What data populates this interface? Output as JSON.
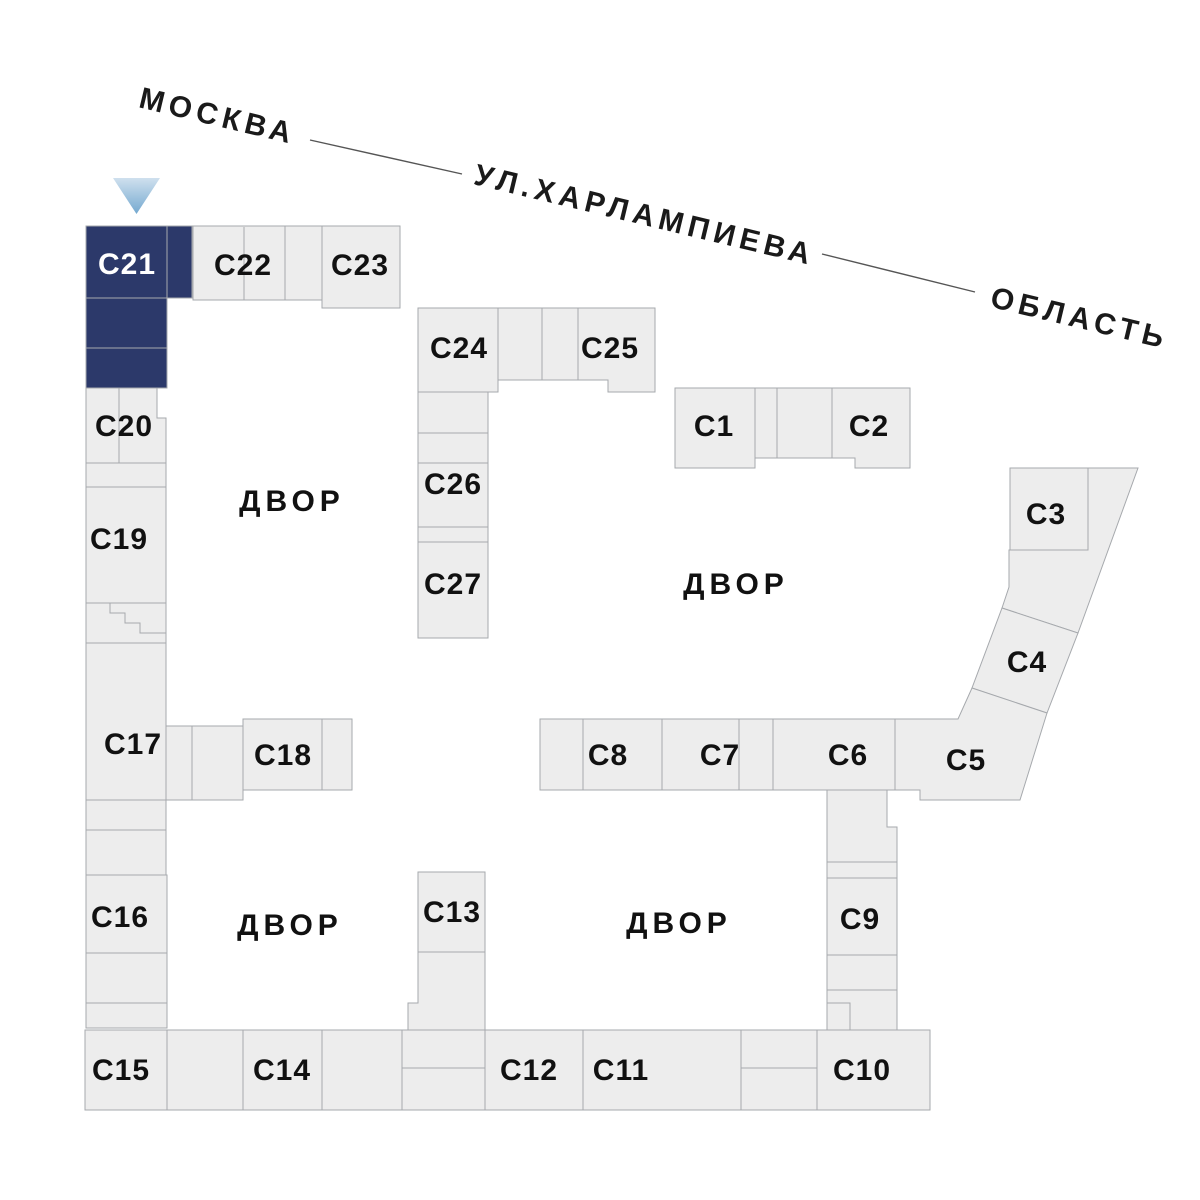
{
  "title": "Site plan building selector",
  "selected_building": "С21",
  "streets": {
    "moscow": {
      "label": "МОСКВА"
    },
    "kharlampieva": {
      "label": "УЛ.ХАРЛАМПИЕВА"
    },
    "oblast": {
      "label": "ОБЛАСТЬ"
    }
  },
  "courtyards": [
    {
      "label": "ДВОР",
      "position": "top-left"
    },
    {
      "label": "ДВОР",
      "position": "top-right"
    },
    {
      "label": "ДВОР",
      "position": "bottom-left"
    },
    {
      "label": "ДВОР",
      "position": "bottom-right"
    }
  ],
  "buildings": [
    {
      "id": "C1",
      "label": "С1"
    },
    {
      "id": "C2",
      "label": "С2"
    },
    {
      "id": "C3",
      "label": "С3"
    },
    {
      "id": "C4",
      "label": "С4"
    },
    {
      "id": "C5",
      "label": "С5"
    },
    {
      "id": "C6",
      "label": "С6"
    },
    {
      "id": "C7",
      "label": "С7"
    },
    {
      "id": "C8",
      "label": "С8"
    },
    {
      "id": "C9",
      "label": "С9"
    },
    {
      "id": "C10",
      "label": "С10"
    },
    {
      "id": "C11",
      "label": "С11"
    },
    {
      "id": "C12",
      "label": "С12"
    },
    {
      "id": "C13",
      "label": "С13"
    },
    {
      "id": "C14",
      "label": "С14"
    },
    {
      "id": "C15",
      "label": "С15"
    },
    {
      "id": "C16",
      "label": "С16"
    },
    {
      "id": "C17",
      "label": "С17"
    },
    {
      "id": "C18",
      "label": "С18"
    },
    {
      "id": "C19",
      "label": "С19"
    },
    {
      "id": "C20",
      "label": "С20"
    },
    {
      "id": "C21",
      "label": "С21",
      "highlighted": true
    },
    {
      "id": "C22",
      "label": "С22"
    },
    {
      "id": "C23",
      "label": "С23"
    },
    {
      "id": "C24",
      "label": "С24"
    },
    {
      "id": "C25",
      "label": "С25"
    },
    {
      "id": "C26",
      "label": "С26"
    },
    {
      "id": "C27",
      "label": "С27"
    }
  ],
  "colors": {
    "background": "#ffffff",
    "building_fill": "#ededed",
    "building_stroke": "#a6a9ad",
    "highlight_fill": "#2c396a",
    "label_color": "#111111",
    "highlight_label_color": "#ffffff",
    "street_label_color": "#1a1a1a",
    "marker_gradient_top": "#cfe0ee",
    "marker_gradient_bottom": "#74a9d0"
  }
}
